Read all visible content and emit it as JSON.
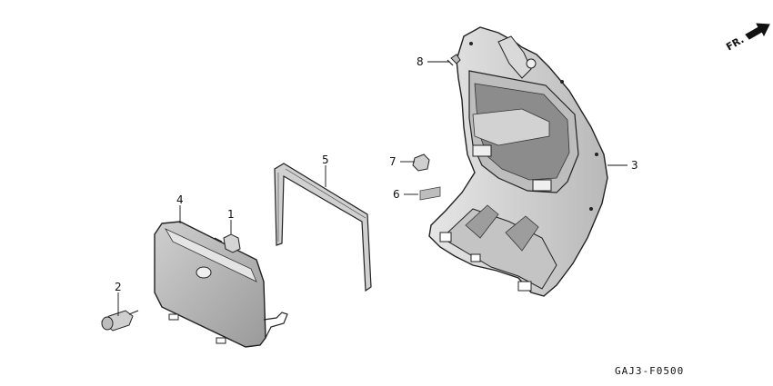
{
  "direction": {
    "label": "FR."
  },
  "drawing_code": "GAJ3-F0500",
  "callouts": [
    {
      "id": "1",
      "label": "1"
    },
    {
      "id": "2",
      "label": "2"
    },
    {
      "id": "3",
      "label": "3"
    },
    {
      "id": "4",
      "label": "4"
    },
    {
      "id": "5",
      "label": "5"
    },
    {
      "id": "6",
      "label": "6"
    },
    {
      "id": "7",
      "label": "7"
    },
    {
      "id": "8",
      "label": "8"
    }
  ]
}
